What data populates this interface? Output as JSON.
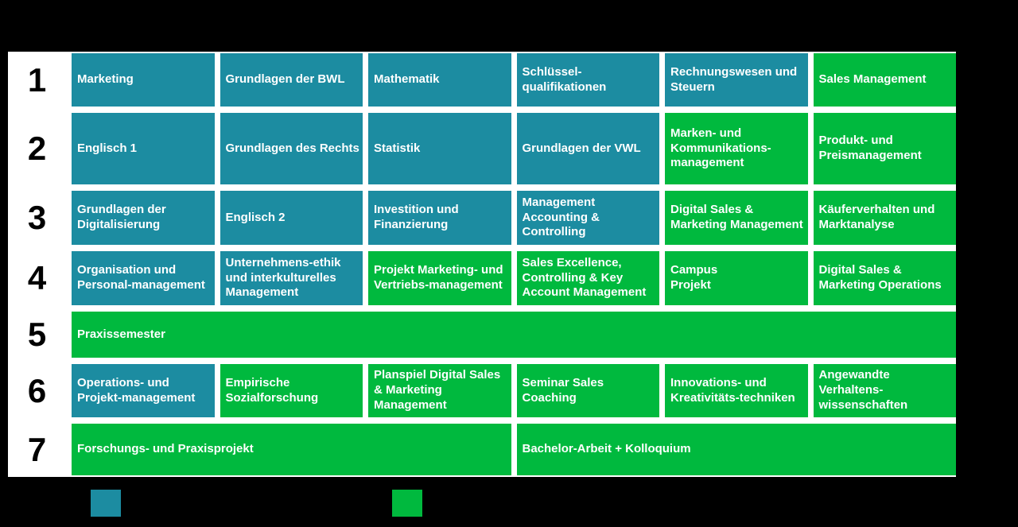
{
  "colors": {
    "background": "#000000",
    "panel": "#FFFFFF",
    "teal": "#1C8CA1",
    "green": "#00B93E",
    "cell_text": "#FFFFFF",
    "number_text": "#000000"
  },
  "semesters": [
    {
      "number": "1",
      "modules": [
        {
          "label": "Marketing",
          "type": "teal"
        },
        {
          "label": "Grundlagen der BWL",
          "type": "teal"
        },
        {
          "label": "Mathematik",
          "type": "teal"
        },
        {
          "label": "Schlüssel-qualifikationen",
          "type": "teal"
        },
        {
          "label": "Rechnungswesen und Steuern",
          "type": "teal"
        },
        {
          "label": "Sales Management",
          "type": "green"
        }
      ]
    },
    {
      "number": "2",
      "modules": [
        {
          "label": "Englisch 1",
          "type": "teal"
        },
        {
          "label": "Grundlagen des Rechts",
          "type": "teal"
        },
        {
          "label": "Statistik",
          "type": "teal"
        },
        {
          "label": "Grundlagen der VWL",
          "type": "teal"
        },
        {
          "label": "Marken- und Kommunikations-management",
          "type": "green"
        },
        {
          "label": "Produkt- und Preismanagement",
          "type": "green"
        }
      ]
    },
    {
      "number": "3",
      "modules": [
        {
          "label": "Grundlagen der Digitalisierung",
          "type": "teal"
        },
        {
          "label": "Englisch 2",
          "type": "teal"
        },
        {
          "label": "Investition und Finanzierung",
          "type": "teal"
        },
        {
          "label": "Management Accounting & Controlling",
          "type": "teal"
        },
        {
          "label": "Digital Sales & Marketing Management",
          "type": "green"
        },
        {
          "label": "Käuferverhalten und Marktanalyse",
          "type": "green"
        }
      ]
    },
    {
      "number": "4",
      "modules": [
        {
          "label": "Organisation und Personal-management",
          "type": "teal"
        },
        {
          "label": "Unternehmens-ethik und interkulturelles Management",
          "type": "teal"
        },
        {
          "label": "Projekt Marketing- und Vertriebs-management",
          "type": "green"
        },
        {
          "label": "Sales Excellence, Controlling & Key Account Management",
          "type": "green"
        },
        {
          "label": "Campus\nProjekt",
          "type": "green"
        },
        {
          "label": "Digital Sales & Marketing Operations",
          "type": "green"
        }
      ]
    },
    {
      "number": "5",
      "modules": [
        {
          "label": "Praxissemester",
          "type": "green",
          "span": 6
        }
      ]
    },
    {
      "number": "6",
      "modules": [
        {
          "label": "Operations- und Projekt-management",
          "type": "teal"
        },
        {
          "label": "Empirische Sozialforschung",
          "type": "green"
        },
        {
          "label": "Planspiel Digital Sales & Marketing Management",
          "type": "green"
        },
        {
          "label": "Seminar Sales Coaching",
          "type": "green"
        },
        {
          "label": "Innovations- und Kreativitäts-techniken",
          "type": "green"
        },
        {
          "label": "Angewandte Verhaltens-wissenschaften",
          "type": "green"
        }
      ]
    },
    {
      "number": "7",
      "modules": [
        {
          "label": "Forschungs- und Praxisprojekt",
          "type": "green",
          "span": 3
        },
        {
          "label": "Bachelor-Arbeit + Kolloquium",
          "type": "green",
          "span": 3
        }
      ]
    }
  ],
  "legend": {
    "swatches": [
      {
        "name": "teal-swatch",
        "color": "#1C8CA1"
      },
      {
        "name": "green-swatch",
        "color": "#00B93E"
      }
    ]
  }
}
